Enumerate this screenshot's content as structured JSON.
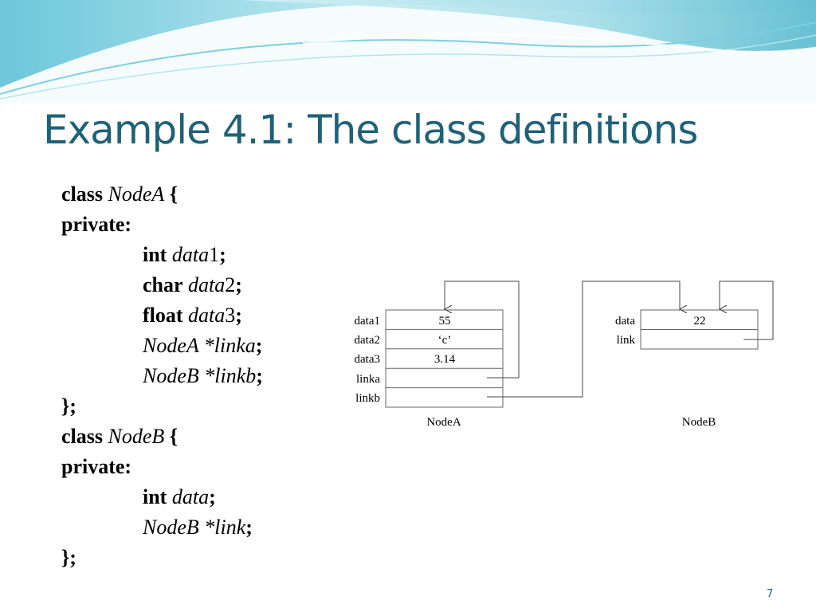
{
  "slide": {
    "title": "Example 4.1: The class definitions",
    "page_number": "7"
  },
  "code": {
    "l1_kw": "class",
    "l1_name": "NodeA",
    "l1_brace": " {",
    "l2_kw": "private:",
    "l3_type": "int",
    "l3_var": "data",
    "l3_num": "1",
    "l3_semi": ";",
    "l4_type": "char",
    "l4_var": "data",
    "l4_num": "2",
    "l4_semi": ";",
    "l5_type": "float",
    "l5_var": "data",
    "l5_num": "3",
    "l5_semi": ";",
    "l6_ptr": "NodeA *linka",
    "l6_semi": ";",
    "l7_ptr": "NodeB *linkb",
    "l7_semi": ";",
    "l8": "};",
    "l9_kw": "class",
    "l9_name": "NodeB",
    "l9_brace": " {",
    "l10_kw": "private:",
    "l11_type": "int",
    "l11_var": "data",
    "l11_semi": ";",
    "l12_ptr": "NodeB *link",
    "l12_semi": ";",
    "l13": "};"
  },
  "diagram": {
    "nodeA": {
      "fields": [
        "data1",
        "data2",
        "data3",
        "linka",
        "linkb"
      ],
      "values": [
        "55",
        "‘c’",
        "3.14",
        "",
        ""
      ],
      "caption": "NodeA"
    },
    "nodeB": {
      "fields": [
        "data",
        "link"
      ],
      "values": [
        "22",
        ""
      ],
      "caption": "NodeB"
    }
  },
  "colors": {
    "title": "#1f6277",
    "banner_light": "#d6f1f6",
    "banner_mid": "#8fd6e3",
    "banner_dark": "#4cb8cf"
  }
}
